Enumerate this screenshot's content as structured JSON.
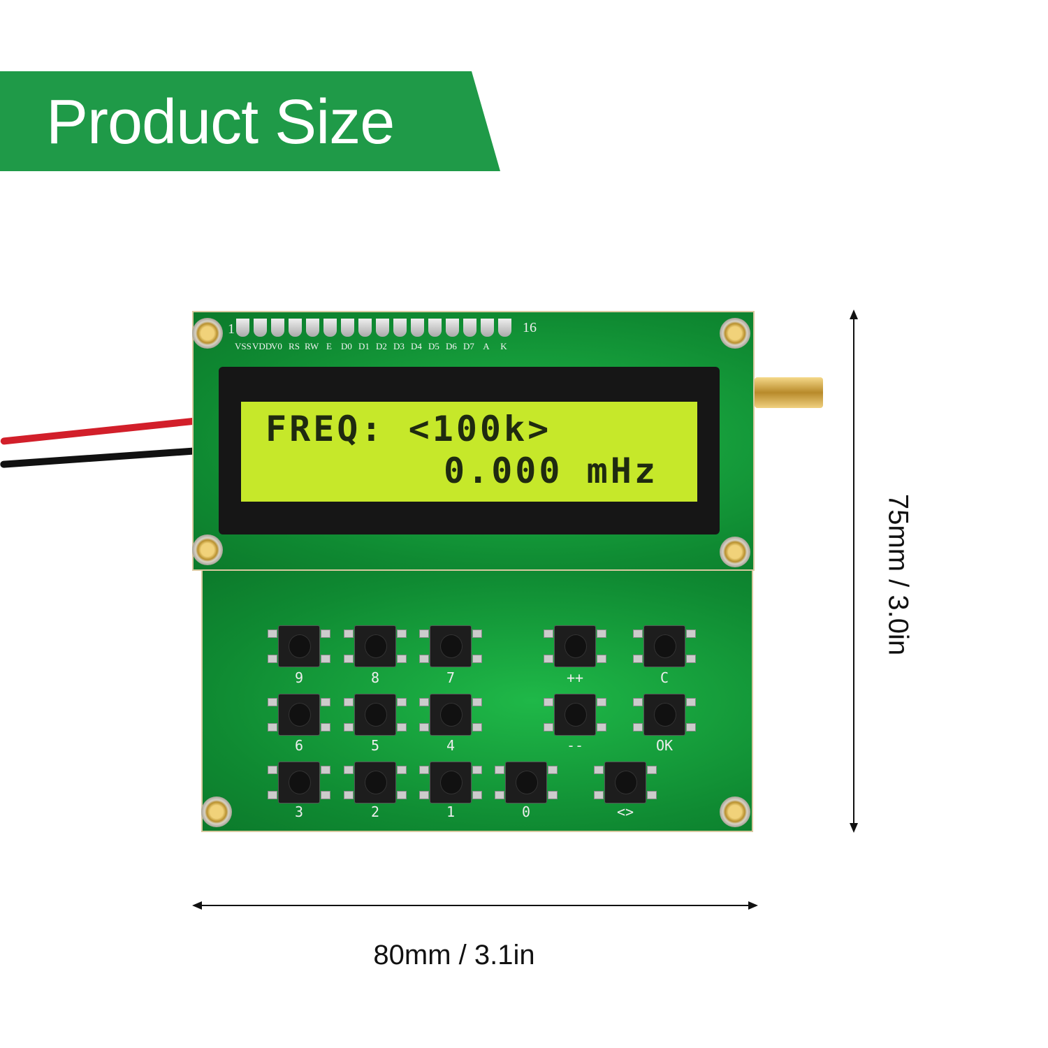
{
  "banner": {
    "title": "Product Size",
    "color": "#1f9a48"
  },
  "board": {
    "pin_start": "1",
    "pin_end": "16",
    "pins": [
      "VSS",
      "VDD",
      "V0",
      "RS",
      "RW",
      "E",
      "D0",
      "D1",
      "D2",
      "D3",
      "D4",
      "D5",
      "D6",
      "D7",
      "A",
      "K"
    ],
    "lcd": {
      "line1": "FREQ: <100k>",
      "line2": "0.000 mHz",
      "backlight_color": "#c6e82a"
    },
    "keys": [
      {
        "label": "9"
      },
      {
        "label": "8"
      },
      {
        "label": "7"
      },
      {
        "label": "++"
      },
      {
        "label": "C"
      },
      {
        "label": "6"
      },
      {
        "label": "5"
      },
      {
        "label": "4"
      },
      {
        "label": "--"
      },
      {
        "label": "OK"
      },
      {
        "label": "3"
      },
      {
        "label": "2"
      },
      {
        "label": "1"
      },
      {
        "label": "0"
      },
      {
        "label": "<>"
      }
    ]
  },
  "dimensions": {
    "height": "75mm / 3.0in",
    "width": "80mm / 3.1in"
  }
}
